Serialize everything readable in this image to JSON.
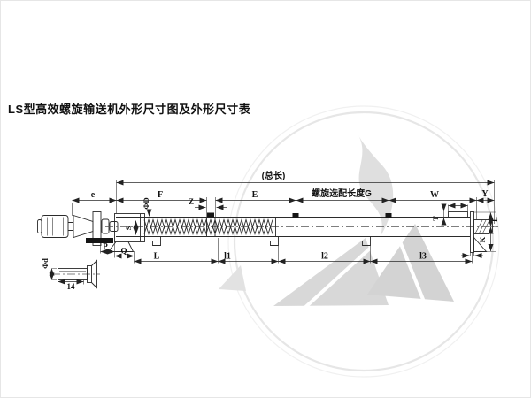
{
  "title": "LS型高效螺旋输送机外形尺寸图及外形尺寸表",
  "dimensions": {
    "top": {
      "total_length": "(总长)",
      "e": "e",
      "f": "F",
      "e2": "E",
      "screw_optional_length": "螺旋选配长度G",
      "w": "W",
      "y": "Y"
    },
    "detail": {
      "z": "Z",
      "screw_diameter": "ΦD",
      "s": "S",
      "t": "T",
      "end_l": "L",
      "k": "K"
    },
    "bottom": {
      "p": "P",
      "q": "Q",
      "l": "L",
      "l1": "l1",
      "l2": "l2",
      "l3": "l3"
    },
    "shaft_view": {
      "shaft_diameter": "Φd",
      "length_14": "14"
    }
  }
}
